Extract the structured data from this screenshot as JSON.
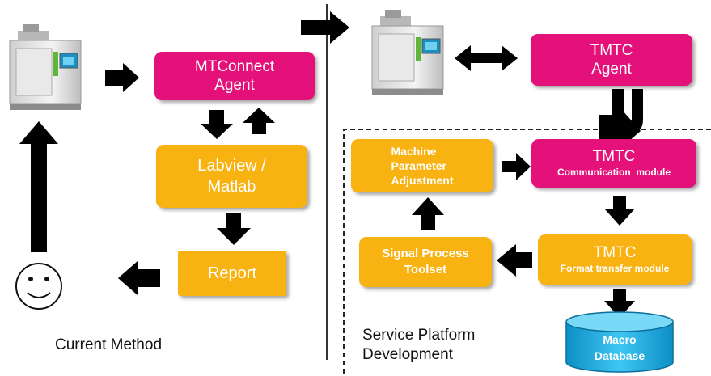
{
  "left": {
    "mtconnect": "MTConnect\nAgent",
    "labview": "Labview /\nMatlab",
    "report": "Report",
    "caption": "Current Method"
  },
  "right": {
    "tmtc_agent": "TMTC\nAgent",
    "comm_title": "TMTC",
    "comm_sub": "Communication  module",
    "format_title": "TMTC",
    "format_sub": "Format transfer module",
    "machine_param": "Machine\nParameter\nAdjustment",
    "signal_process": "Signal Process\nToolset",
    "macro_db": "Macro\nDatabase",
    "caption": "Service Platform\nDevelopment"
  },
  "colors": {
    "pink": "#e4117a",
    "orange": "#f8b211",
    "database": "#12a9e0",
    "arrow": "#000000"
  }
}
